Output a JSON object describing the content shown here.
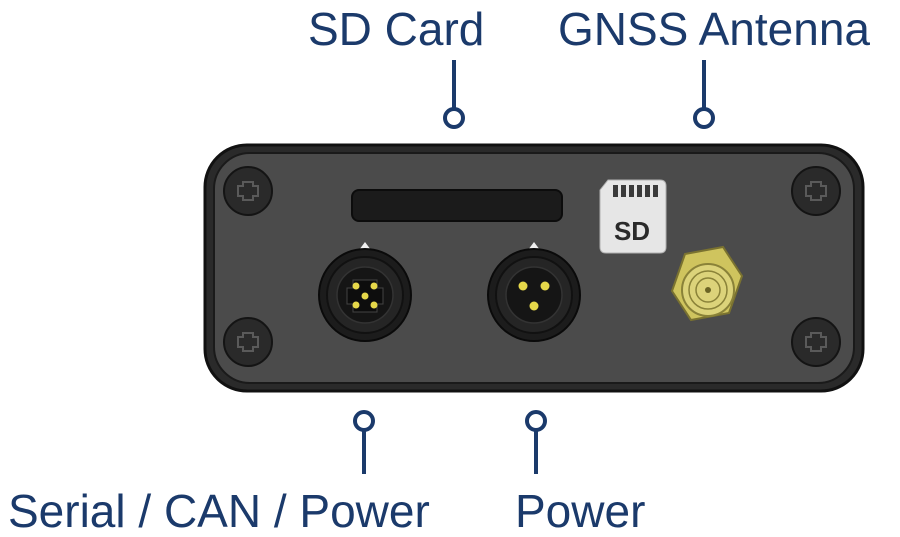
{
  "labels": {
    "sd_card": "SD Card",
    "gnss_antenna": "GNSS Antenna",
    "serial_can_power": "Serial / CAN / Power",
    "power": "Power"
  },
  "sd_logo_text": "SD",
  "colors": {
    "label": "#1b3a6b",
    "enclosure": "#4a4a4a",
    "enclosure_outline": "#1a1a1a",
    "connector_pin": "#e6d84a",
    "sma_connector": "#d8cf6a",
    "sd_logo_bg": "#e6e6e6"
  }
}
